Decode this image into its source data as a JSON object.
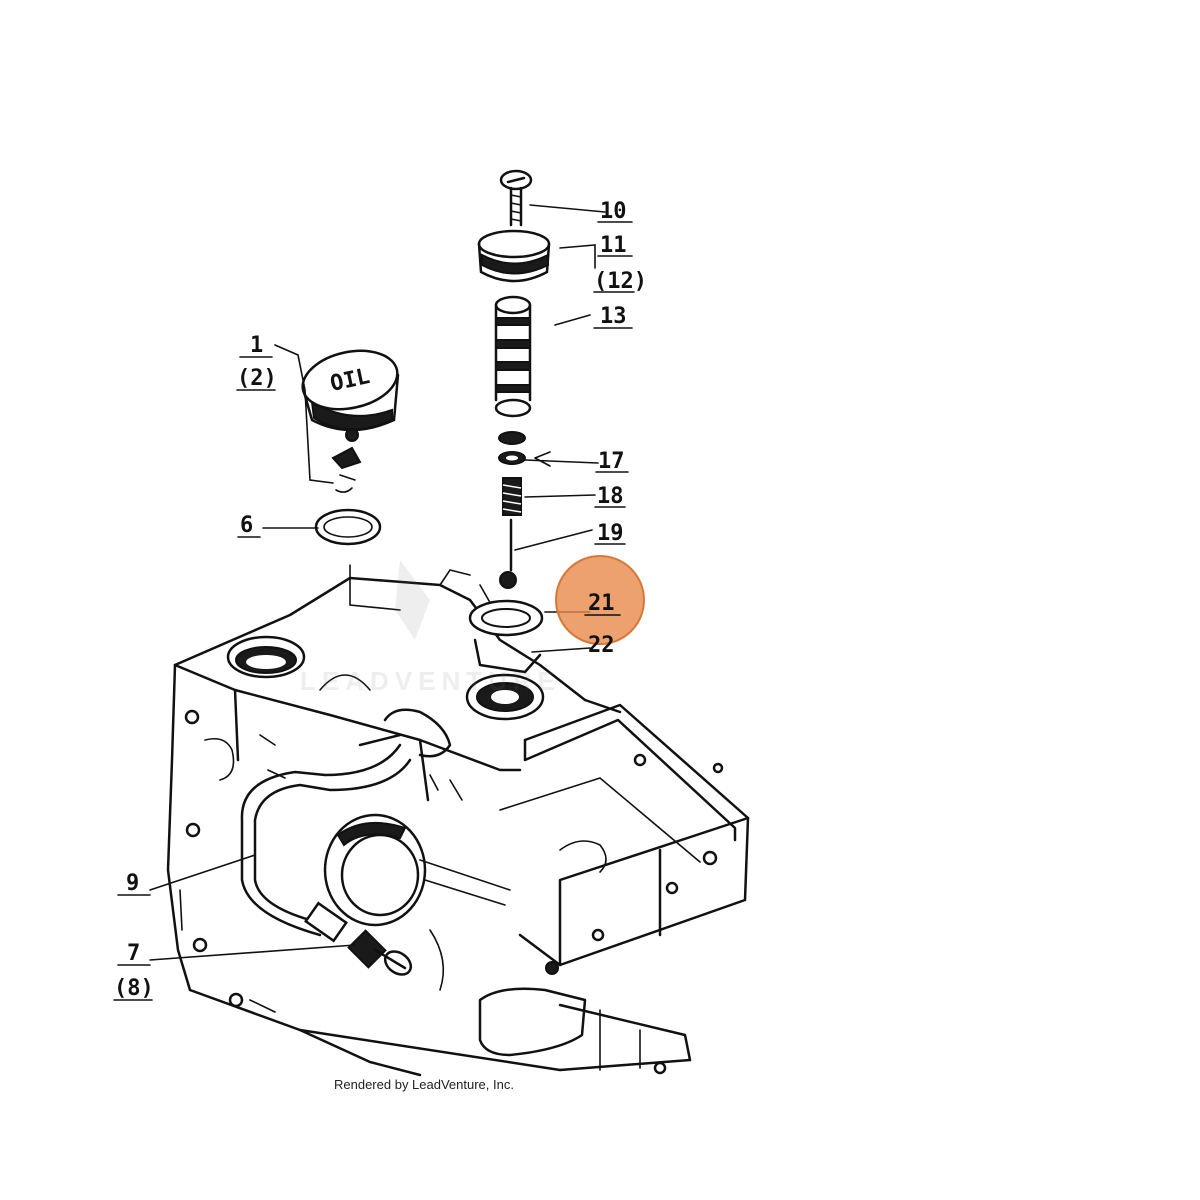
{
  "callouts": {
    "c1": "1",
    "c2": "(2)",
    "c6": "6",
    "c10": "10",
    "c11": "11",
    "c12": "(12)",
    "c13": "13",
    "c17": "17",
    "c18": "18",
    "c19": "19",
    "c21": "21",
    "c22": "22",
    "c9": "9",
    "c7": "7",
    "c8": "(8)"
  },
  "cap_text": "OIL",
  "highlight": {
    "label": "21",
    "color": "#e8894a"
  },
  "watermark": "LEADVENTURE",
  "credit": "Rendered by LeadVenture, Inc."
}
